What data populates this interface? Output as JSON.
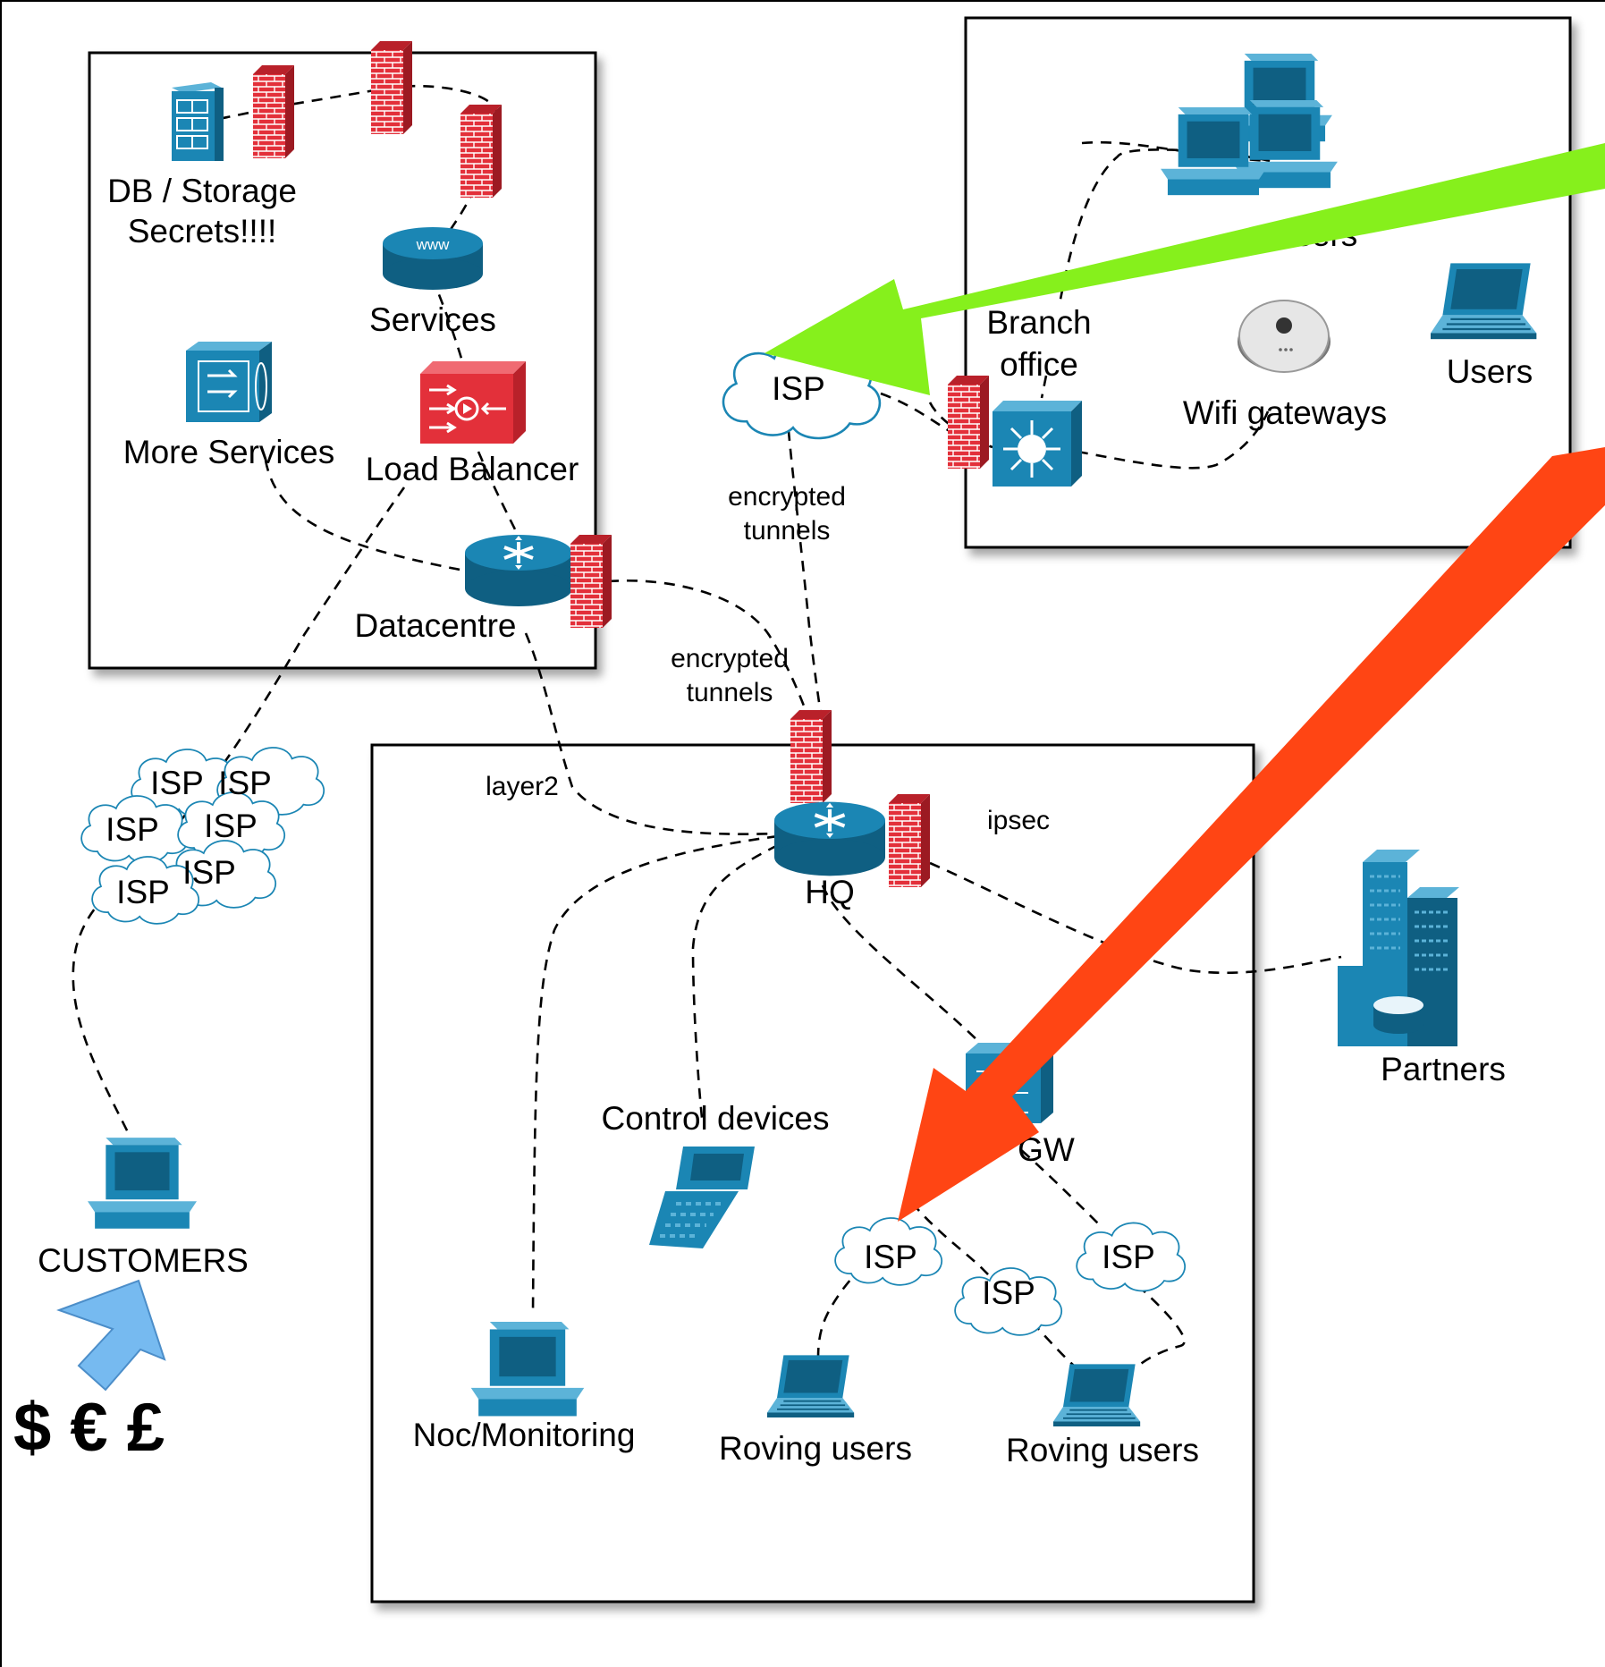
{
  "colors": {
    "background": "#000000",
    "page": "#ffffff",
    "device_blue": "#1b86b4",
    "device_dark": "#0f5f82",
    "firewall_red": "#e3303a",
    "arrow_green": "#86f01c",
    "arrow_red": "#ff4514",
    "arrow_blue": "#76baf0"
  },
  "datacentre": {
    "db_label_line1": "DB / Storage",
    "db_label_line2": "Secrets!!!!",
    "services_label": "Services",
    "www_label": "www",
    "more_services_label": "More Services",
    "load_balancer_label": "Load Balancer",
    "router_label": "Datacentre"
  },
  "branch": {
    "users_top_label": "Users",
    "branch_label_line1": "Branch",
    "branch_label_line2": "office",
    "wifi_label": "Wifi gateways",
    "users_laptop_label": "Users"
  },
  "links": {
    "isp_branch_label": "ISP",
    "tunnel_label_a_line1": "encrypted",
    "tunnel_label_a_line2": "tunnels",
    "tunnel_label_b_line1": "encrypted",
    "tunnel_label_b_line2": "tunnels"
  },
  "internet": {
    "isp_cluster": [
      "ISP",
      "ISP",
      "ISP",
      "ISP",
      "ISP",
      "ISP"
    ],
    "customers_label": "CUSTOMERS",
    "money_label": "$ € £"
  },
  "hq": {
    "layer2_label": "layer2",
    "ipsec_label": "ipsec",
    "router_label": "HQ",
    "gw_label": "GW",
    "control_label": "Control devices",
    "noc_label": "Noc/Monitoring",
    "isp_labels": [
      "ISP",
      "ISP",
      "ISP"
    ],
    "roving_label_1": "Roving users",
    "roving_label_2": "Roving users"
  },
  "partners": {
    "label": "Partners"
  }
}
